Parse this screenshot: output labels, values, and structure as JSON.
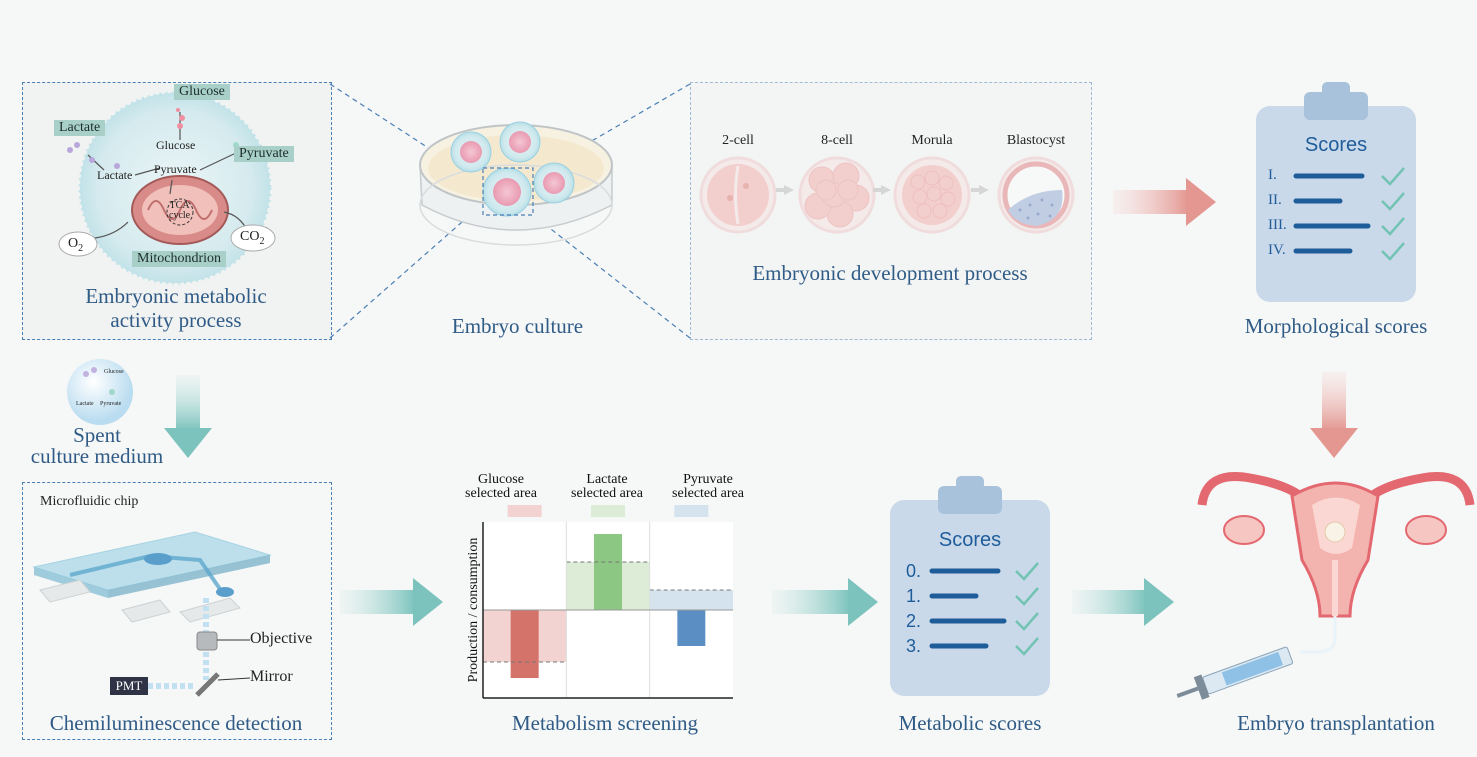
{
  "metabolic": {
    "glucose_tag": "Glucose",
    "lactate_tag": "Lactate",
    "pyruvate_tag": "Pyruvate",
    "glucose_inner": "Glucose",
    "pyruvate_inner": "Pyruvate",
    "lactate_inner": "Lactate",
    "tca_line1": "TCA",
    "tca_line2": "cycle",
    "o2": "O",
    "o2_sub": "2",
    "co2": "CO",
    "co2_sub": "2",
    "mito_tag": "Mitochondrion",
    "caption_line1": "Embryonic metabolic",
    "caption_line2": "activity process"
  },
  "culture": {
    "caption": "Embryo culture"
  },
  "development": {
    "stages": [
      "2-cell",
      "8-cell",
      "Morula",
      "Blastocyst"
    ],
    "caption": "Embryonic development process"
  },
  "morph": {
    "title": "Scores",
    "rows": [
      "I.",
      "II.",
      "III.",
      "IV."
    ],
    "caption": "Morphological scores"
  },
  "spent": {
    "bubble_glucose": "Glucose",
    "bubble_lactate": "Lactate",
    "bubble_pyruvate": "Pyruvate",
    "line1": "Spent",
    "line2": "culture medium"
  },
  "detection": {
    "chip": "Microfluidic chip",
    "objective": "Objective",
    "mirror": "Mirror",
    "pmt": "PMT",
    "caption": "Chemiluminescence detection"
  },
  "screening": {
    "areas": [
      {
        "l1": "Glucose",
        "l2": "selected area"
      },
      {
        "l1": "Lactate",
        "l2": "selected area"
      },
      {
        "l1": "Pyruvate",
        "l2": "selected area"
      }
    ],
    "ylabel": "Production / consumption",
    "caption": "Metabolism screening"
  },
  "chart_data": {
    "type": "bar",
    "categories": [
      "Glucose",
      "Lactate",
      "Pyruvate"
    ],
    "values": [
      -0.85,
      0.95,
      -0.45
    ],
    "threshold": [
      -0.65,
      0.6,
      0.25
    ],
    "ylabel": "Production / consumption",
    "ylim": [
      -1.1,
      1.1
    ],
    "colors": [
      "#d3736a",
      "#8cc783",
      "#5b8fc4"
    ],
    "area_colors": [
      "#f2d3d1",
      "#dcecd6",
      "#d5e3ef"
    ]
  },
  "metab": {
    "title": "Scores",
    "rows": [
      "0.",
      "1.",
      "2.",
      "3."
    ],
    "caption": "Metabolic scores"
  },
  "transplant": {
    "caption": "Embryo transplantation"
  }
}
